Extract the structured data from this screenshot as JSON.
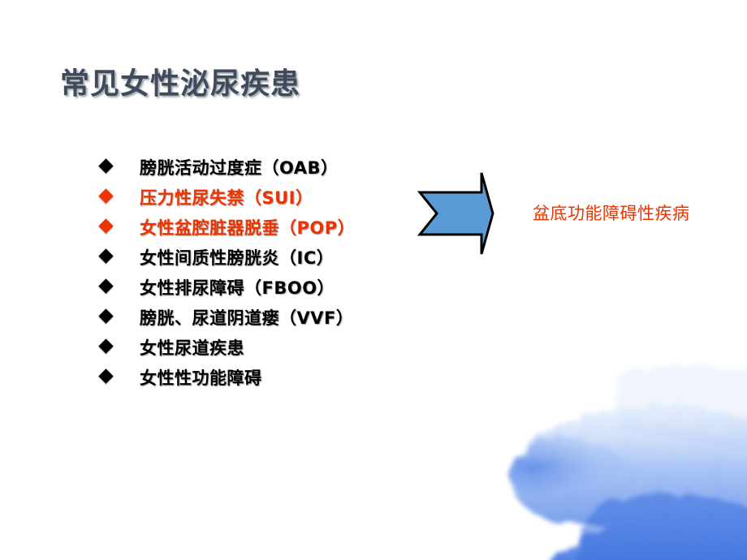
{
  "slide": {
    "title": "常见女性泌尿疾患",
    "colors": {
      "title": "#3e4a5e",
      "normal_item": "#000000",
      "highlight_item": "#ee3300",
      "arrow_fill": "#5b9bd5",
      "arrow_stroke": "#000000",
      "result_label": "#ee3300",
      "watercolor": "#3a6fe0"
    },
    "bullet_icon": "diamond-bullet-icon",
    "items": [
      {
        "text": "膀胱活动过度症（OAB）",
        "highlight": false
      },
      {
        "text": "压力性尿失禁（SUI）",
        "highlight": true
      },
      {
        "text": "女性盆腔脏器脱垂（POP）",
        "highlight": true
      },
      {
        "text": "女性间质性膀胱炎（IC）",
        "highlight": false
      },
      {
        "text": "女性排尿障碍（FBOO）",
        "highlight": false
      },
      {
        "text": "膀胱、尿道阴道瘘（VVF）",
        "highlight": false
      },
      {
        "text": "女性尿道疾患",
        "highlight": false
      },
      {
        "text": "女性性功能障碍",
        "highlight": false
      }
    ],
    "arrow_icon": "right-arrow-icon",
    "result_label": "盆底功能障碍性疾病"
  }
}
